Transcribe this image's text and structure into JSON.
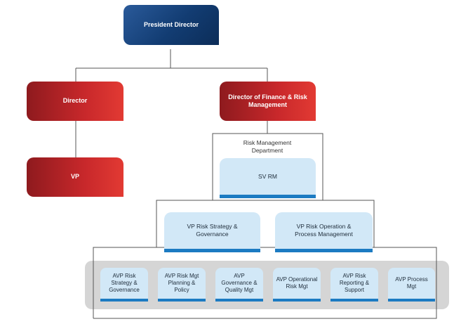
{
  "nodes": {
    "president": "President Director",
    "director": "Director",
    "dir_finance": "Director of Finance & Risk Management",
    "vp": "VP",
    "rm_dept": "Risk Management Department",
    "sv_rm": "SV RM",
    "vp_strategy": "VP Risk Strategy & Governance",
    "vp_operation": "VP Risk Operation & Process Management",
    "avp_strategy": "AVP Risk Strategy & Governance",
    "avp_planning": "AVP Risk Mgt Planning & Policy",
    "avp_quality": "AVP Governance & Quality Mgt",
    "avp_operational": "AVP Operational Risk Mgt",
    "avp_reporting": "AVP Risk Reporting & Support",
    "avp_process": "AVP Process Mgt"
  },
  "colors": {
    "navy": "#123c72",
    "red": "#c8282b",
    "light_blue": "#d2e8f7",
    "accent_blue": "#1c7bc2",
    "band_grey": "#d5d5d5",
    "line": "#555555"
  }
}
